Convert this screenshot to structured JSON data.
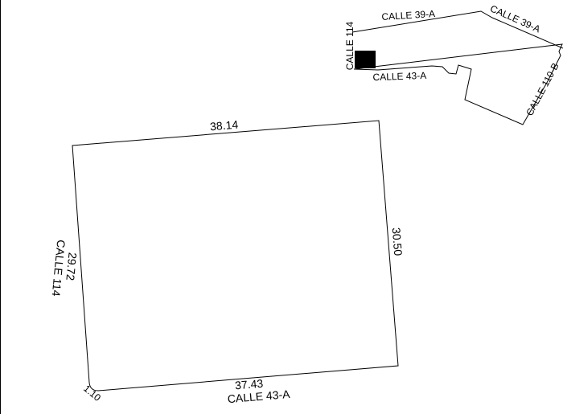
{
  "colors": {
    "background": "#ffffff",
    "lines": "#000000",
    "highlight": "#000000"
  },
  "lot": {
    "top_dimension": "38.14",
    "right_dimension": "30.50",
    "bottom_dimension": "37.43",
    "bottom_street": "CALLE 43-A",
    "left_dimension": "29.72",
    "left_street": "CALLE 114",
    "corner_dimension": "1.10"
  },
  "location_map": {
    "street_top": "CALLE 39-A",
    "street_top_right": "CALLE 39-A",
    "street_left": "CALLE 114",
    "street_bottom": "CALLE 43-A",
    "street_right": "CALLE 110-B"
  }
}
